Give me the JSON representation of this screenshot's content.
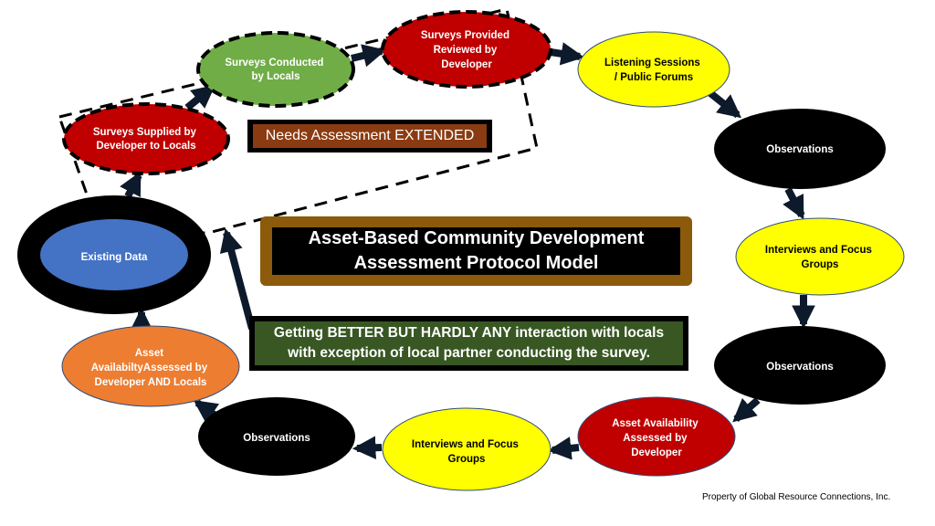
{
  "title": {
    "line1": "Asset-Based Community Development",
    "line2": "Assessment Protocol Model"
  },
  "needs_assessment_label": "Needs Assessment EXTENDED",
  "getting_better": {
    "line1": "Getting BETTER BUT HARDLY ANY interaction with locals",
    "line2": "with exception of local partner conducting the survey."
  },
  "footer": "Property of Global Resource Connections, Inc.",
  "nodes": {
    "existing_data": {
      "lines": [
        "Existing Data"
      ]
    },
    "surveys_supplied": {
      "lines": [
        "Surveys Supplied by",
        "Developer to Locals"
      ]
    },
    "surveys_conducted": {
      "lines": [
        "Surveys Conducted",
        "by Locals"
      ]
    },
    "surveys_provided": {
      "lines": [
        "Surveys  Provided",
        "Reviewed by",
        "Developer"
      ]
    },
    "listening_sessions": {
      "lines": [
        "Listening Sessions",
        "/ Public Forums"
      ]
    },
    "observations_1": {
      "lines": [
        "Observations"
      ]
    },
    "interviews_1": {
      "lines": [
        "Interviews and Focus",
        "Groups"
      ]
    },
    "observations_2": {
      "lines": [
        "Observations"
      ]
    },
    "asset_availability_developer": {
      "lines": [
        "Asset Availability",
        "Assessed by",
        "Developer"
      ]
    },
    "interviews_2": {
      "lines": [
        "Interviews and Focus",
        "Groups"
      ]
    },
    "observations_3": {
      "lines": [
        "Observations"
      ]
    },
    "asset_availability_both": {
      "lines": [
        "Asset",
        "AvailabiltyAssessed by",
        "Developer AND Locals"
      ]
    }
  },
  "colors": {
    "red": "#c00000",
    "green": "#70ad47",
    "yellow": "#ffff00",
    "black": "#000000",
    "blue": "#4472c4",
    "orange": "#ed7d31",
    "arrow": "#0d1a2b",
    "title_border": "#8b5a0b",
    "needs_fill": "#8b3b12",
    "getting_fill": "#385723"
  }
}
